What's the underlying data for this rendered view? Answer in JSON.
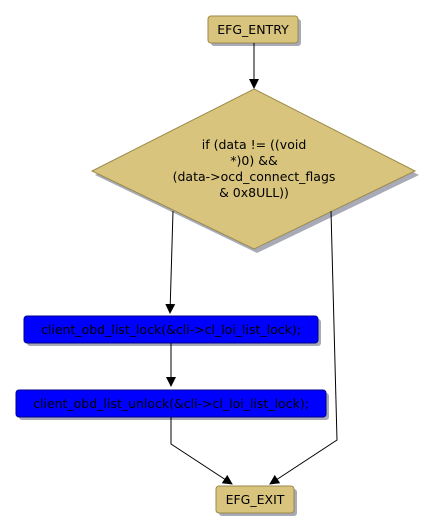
{
  "colors": {
    "terminal_fill": "#d8c47d",
    "decision_fill": "#d8c47d",
    "process_fill": "#0000ff",
    "shadow": "#a8aab8"
  },
  "nodes": {
    "entry": {
      "label": "EFG_ENTRY"
    },
    "decision": {
      "lines": [
        "if (data != ((void",
        "*)0) &&",
        "(data->ocd_connect_flags",
        "& 0x8ULL))"
      ]
    },
    "lock": {
      "label": "client_obd_list_lock(&cli->cl_loi_list_lock);"
    },
    "unlock": {
      "label": "client_obd_list_unlock(&cli->cl_loi_list_lock);"
    },
    "exit": {
      "label": "EFG_EXIT"
    }
  }
}
